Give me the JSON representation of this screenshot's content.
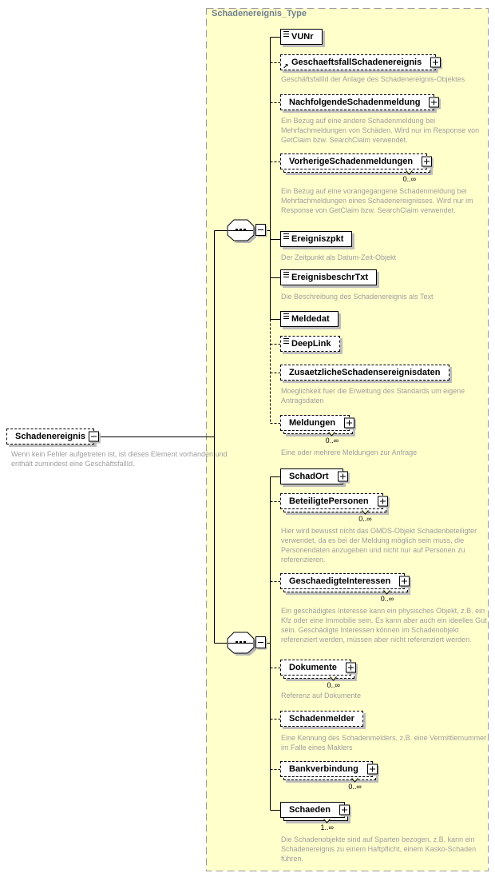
{
  "diagram": {
    "type_label": "Schadenereignis_Type",
    "root": {
      "name": "Schadenereignis",
      "annotation": "Wenn kein Fehler aufgetreten ist, ist dieses Element vorhanden und enthält zumindest eine GeschäftsfallId."
    },
    "nodes": [
      {
        "name": "VUNr"
      },
      {
        "name": "GeschaeftsfallSchadenereignis",
        "annotation": "GeschäftsfallId der Anlage des Schadenereignis-Objektes"
      },
      {
        "name": "NachfolgendeSchadenmeldung",
        "annotation": "Ein Bezug auf eine andere Schadenmeldung bei Mehrfachmeldungen von Schäden. Wird nur im Response von GetClaim bzw. SearchClaim verwendet."
      },
      {
        "name": "VorherigeSchadenmeldungen",
        "occurs": "0..∞",
        "annotation": "Ein Bezug auf eine vorangegangene Schadenmeldung bei Mehrfachmeldungen eines Schadenereignisses. Wird nur im Response von GetClaim bzw. SearchClaim verwendet."
      },
      {
        "name": "Ereigniszpkt",
        "annotation": "Der Zeitpunkt als Datum-Zeit-Objekt"
      },
      {
        "name": "EreignisbeschrTxt",
        "annotation": "Die Beschreibung des Schadenereignis als Text"
      },
      {
        "name": "Meldedat"
      },
      {
        "name": "DeepLink"
      },
      {
        "name": "ZusaetzlicheSchadensereignisdaten",
        "annotation": "Moeglichkeit fuer die Erweitung des Standards um eigene Antragsdaten"
      },
      {
        "name": "Meldungen",
        "occurs": "0..∞",
        "annotation": "Eine oder mehrere Meldungen zur Anfrage"
      },
      {
        "name": "SchadOrt"
      },
      {
        "name": "BeteiligtePersonen",
        "occurs": "0..∞",
        "annotation": "Hier wird bewusst nicht das OMDS-Objekt Schadenbeteiligter verwendet, da es bei der Meldung möglich sein muss, die Personendaten anzugeben und nicht nur auf Personen zu referenzieren."
      },
      {
        "name": "GeschaedigteInteressen",
        "occurs": "0..∞",
        "annotation": "Ein geschädigtes Interesse kann ein physisches Objekt, z.B. ein Kfz oder eine Immobilie sein. Es kann aber auch ein ideelles Gut sein. Geschädigte Interessen können im Schadenobjekt referenziert werden, müssen aber nicht referenziert werden."
      },
      {
        "name": "Dokumente",
        "occurs": "0..∞",
        "annotation": "Referenz auf Dokumente"
      },
      {
        "name": "Schadenmelder",
        "annotation": "Eine Kennung des Schadenmelders, z.B. eine Vermittlernummer im Falle eines Maklers"
      },
      {
        "name": "Bankverbindung",
        "occurs": "0..∞"
      },
      {
        "name": "Schaeden",
        "occurs": "1..∞",
        "annotation": "Die Schadenobjekte sind auf Sparten bezogen, z.B. kann ein Schadenereignis zu einem Haftpflicht, einem Kasko-Schaden führen."
      }
    ],
    "icons": {
      "expand": "+",
      "collapse": "−",
      "reference": "↗",
      "infinity": "∞"
    },
    "colors": {
      "type_box_fill": "#FFFFCC",
      "type_box_border": "#9B9B9B",
      "type_label_text": "#70808F",
      "annotation_text": "#9E9E9E",
      "box_shadow": "#BDBDBD",
      "box_border": "#000000"
    }
  }
}
